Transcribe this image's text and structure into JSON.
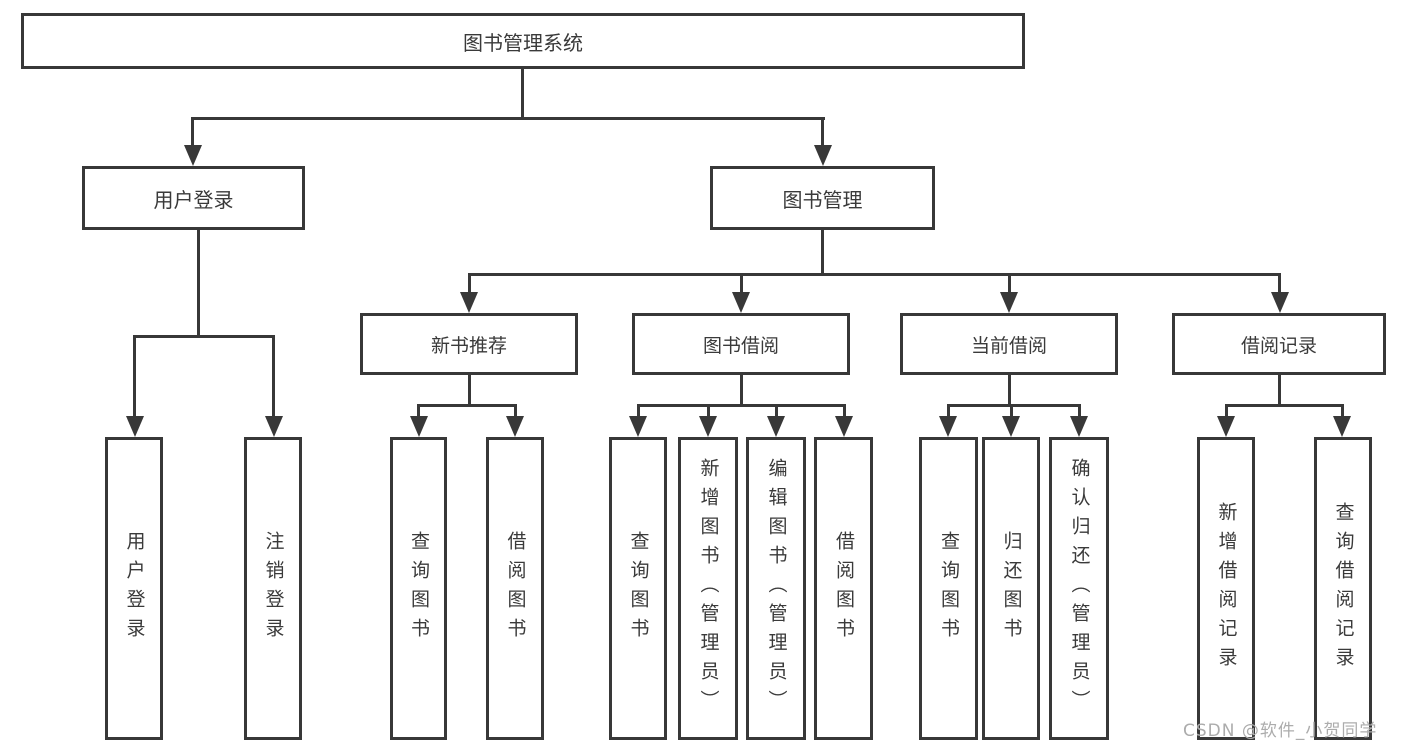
{
  "tree": {
    "label": "图书管理系统",
    "children": [
      {
        "label": "用户登录",
        "children": [
          {
            "label": "用户登录"
          },
          {
            "label": "注销登录"
          }
        ]
      },
      {
        "label": "图书管理",
        "children": [
          {
            "label": "新书推荐",
            "children": [
              {
                "label": "查询图书"
              },
              {
                "label": "借阅图书"
              }
            ]
          },
          {
            "label": "图书借阅",
            "children": [
              {
                "label": "查询图书"
              },
              {
                "label": "新增图书（管理员）"
              },
              {
                "label": "编辑图书（管理员）"
              },
              {
                "label": "借阅图书"
              }
            ]
          },
          {
            "label": "当前借阅",
            "children": [
              {
                "label": "查询图书"
              },
              {
                "label": "归还图书"
              },
              {
                "label": "确认归还（管理员）"
              }
            ]
          },
          {
            "label": "借阅记录",
            "children": [
              {
                "label": "新增借阅记录"
              },
              {
                "label": "查询借阅记录"
              }
            ]
          }
        ]
      }
    ]
  },
  "watermark": {
    "text": "CSDN @软件_小贺同学"
  },
  "colors": {
    "line": "#383838",
    "text": "#3a3a3a",
    "watermark": "#acacac",
    "background": "#ffffff"
  }
}
